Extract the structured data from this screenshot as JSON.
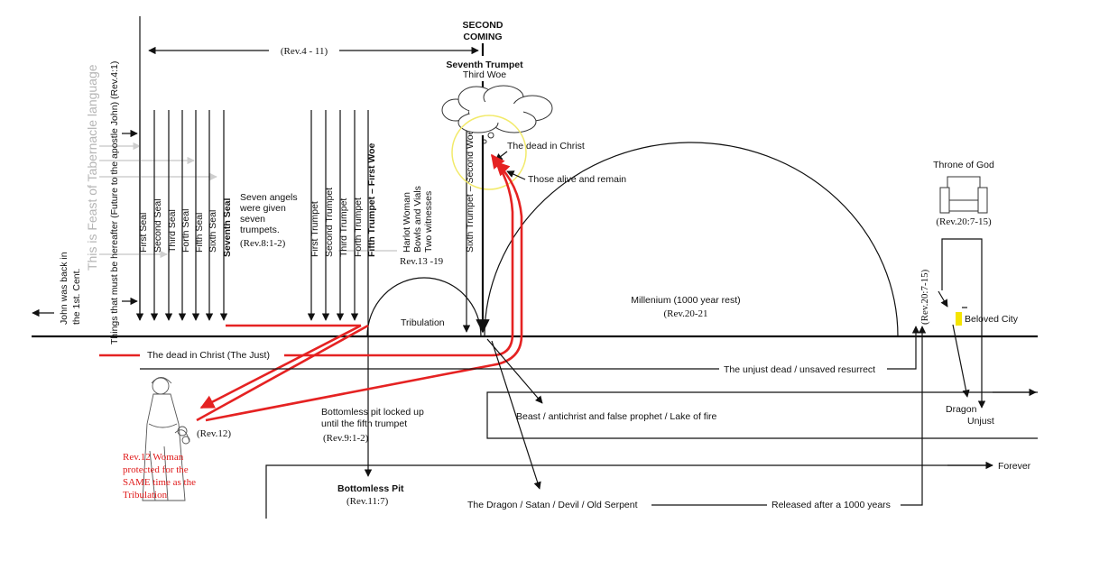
{
  "header": {
    "second_coming_1": "SECOND",
    "second_coming_2": "COMING",
    "seventh_trumpet": "Seventh Trumpet",
    "third_woe": "Third Woe",
    "rev_4_11": "(Rev.4 - 11)"
  },
  "left": {
    "john_1": "John was back in",
    "john_2": "the 1st. Cent.",
    "things_hereafter": "Things that must be hereafter (Future to the apostle John) (Rev.4:1)",
    "feast_language": "This is Feast of Tabernacle language"
  },
  "seals": [
    "First Seal",
    "Second Seal",
    "Third Seal",
    "Forth Seal",
    "Fifth Seal",
    "Sixth Seal",
    "Seventh Seal"
  ],
  "angels": {
    "line1": "Seven angels",
    "line2": "were given",
    "line3": "seven",
    "line4": "trumpets.",
    "ref": "(Rev.8:1-2)"
  },
  "trumpets": [
    "First Trumpet",
    "Second Trumpet",
    "Third Trumpet",
    "Forth Trumpet",
    "Fifth Trumpet – First Woe"
  ],
  "middle": {
    "harlot_1": "Harlot Woman",
    "harlot_2": "Bowls and Vials",
    "harlot_3": "Two witnesses",
    "rev_13_19": "Rev.13 -19",
    "tribulation": "Tribulation",
    "sixth_trumpet": "Sixth Trumpet – Second Woe",
    "dead_in_christ_top": "The dead in Christ",
    "alive_remain": "Those alive and remain",
    "millenium": "Millenium (1000 year rest)",
    "rev_20_21": "(Rev.20-21",
    "dead_in_christ_just": "The dead in Christ (The Just)",
    "unjust_dead": "The unjust dead / unsaved resurrect",
    "beast": "Beast / antichrist and false prophet / Lake of fire",
    "bottomless_locked_1": "Bottomless pit locked up",
    "bottomless_locked_2": "until the fifth trumpet",
    "rev_9_1_2": "(Rev.9:1-2)",
    "bottomless_pit": "Bottomless Pit",
    "rev_11_7": "(Rev.11:7)",
    "dragon_satan": "The Dragon / Satan / Devil / Old Serpent",
    "released": "Released after a 1000 years",
    "forever": "Forever"
  },
  "woman": {
    "rev12": "(Rev.12)",
    "line1": "Rev.12 Woman",
    "line2": "protected for the",
    "line3": "SAME time as the",
    "line4": "Tribulation"
  },
  "right": {
    "throne": "Throne of God",
    "rev_20_7_15_a": "(Rev.20:7-15)",
    "rev_20_7_15_b": "(Rev.20:7-15)",
    "beloved_city": "Beloved City",
    "dragon": "Dragon",
    "unjust": "Unjust"
  },
  "colors": {
    "accent_red": "#e01b1b",
    "city_yellow": "#f5e400",
    "halo_yellow": "#f2ea6a"
  }
}
